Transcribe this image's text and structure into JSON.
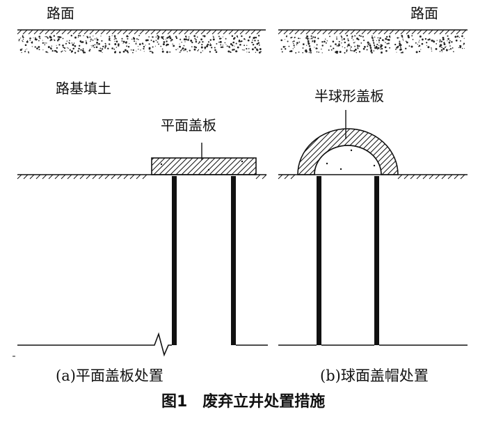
{
  "labels": {
    "road_surface_left": "路面",
    "road_surface_right": "路面",
    "subgrade_fill": "路基填土",
    "flat_cover": "平面盖板",
    "hemisphere_cover": "半球形盖板"
  },
  "captions": {
    "a": "(a)平面盖板处置",
    "b": "(b)球面盖帽处置"
  },
  "figure_title": "图1　废弃立井处置措施"
}
